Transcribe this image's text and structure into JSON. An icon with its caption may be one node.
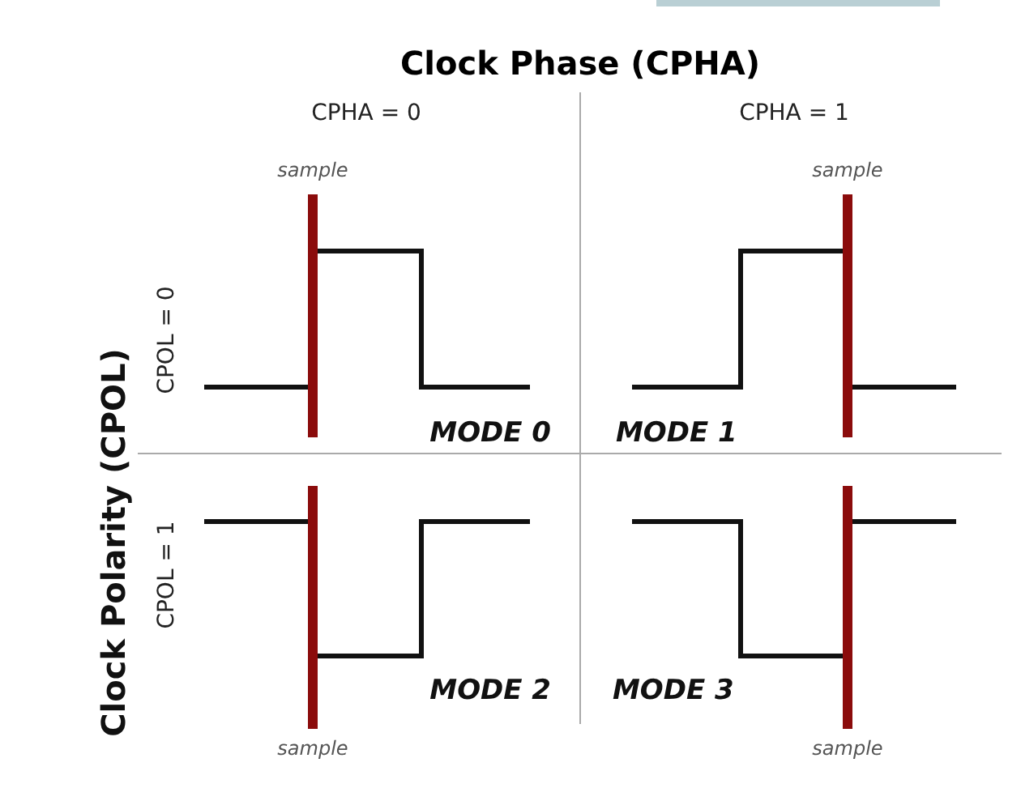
{
  "diagram": {
    "title": "Clock Phase (CPHA)",
    "labels": [
      "CPHA = 0",
      "CPHA = 1",
      "sample",
      "sample",
      "Clock Polarity (CPOL)",
      "CPOL = 0",
      "MODE 0",
      "MODE 1",
      "CPOL = 1",
      "MODE 2",
      "MODE 3",
      "sample",
      "sample"
    ]
  }
}
